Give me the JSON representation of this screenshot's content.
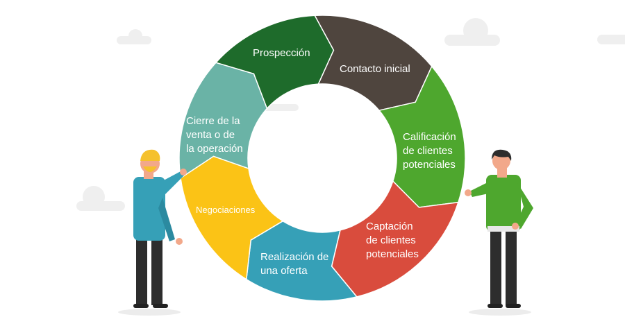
{
  "cycle": {
    "segments": [
      {
        "label": "Prospección",
        "color": "#4f453e"
      },
      {
        "label": "Contacto inicial",
        "color": "#4ea72e"
      },
      {
        "label": "Calificación\nde clientes\npotenciales",
        "color": "#d94c3d"
      },
      {
        "label": "Captación\nde clientes\npotenciales",
        "color": "#36a0b7"
      },
      {
        "label": "Realización de\nuna oferta",
        "color": "#fbc316"
      },
      {
        "label": "Negociaciones",
        "color": "#6ab3a6"
      },
      {
        "label": "Cierre de la\nventa o de\nla operación",
        "color": "#1e6b2b"
      }
    ]
  }
}
